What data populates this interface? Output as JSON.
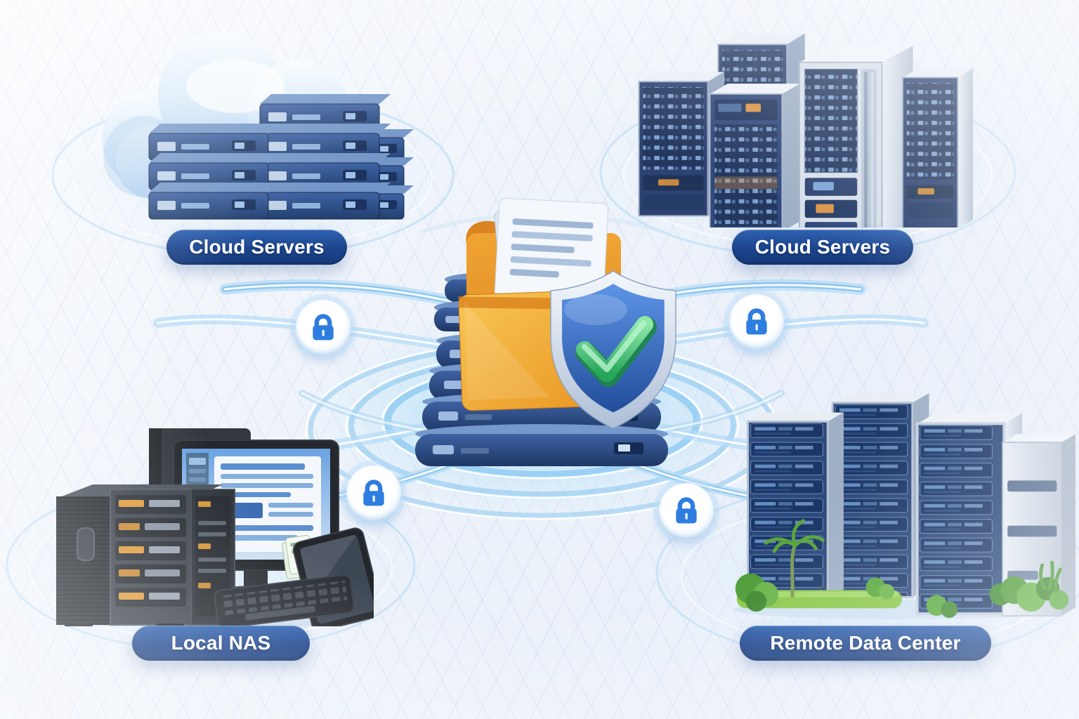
{
  "diagram": {
    "type": "backup-topology-illustration",
    "center": {
      "description": "protected-backup-storage",
      "icons": [
        "server-stack-icon",
        "folder-documents-icon",
        "shield-checkmark-icon"
      ]
    },
    "nodes": [
      {
        "id": "cloud-servers-top-left",
        "label": "Cloud Servers",
        "icon": "cloud-server-stacks-icon"
      },
      {
        "id": "cloud-servers-top-right",
        "label": "Cloud Servers",
        "icon": "server-rack-towers-icon"
      },
      {
        "id": "local-nas",
        "label": "Local NAS",
        "icon": "nas-workstation-icon"
      },
      {
        "id": "remote-data-center",
        "label": "Remote Data Center",
        "icon": "data-center-buildings-icon"
      }
    ],
    "security_badges": [
      {
        "icon": "padlock-icon",
        "position": "left-upper"
      },
      {
        "icon": "padlock-icon",
        "position": "right-upper"
      },
      {
        "icon": "padlock-icon",
        "position": "left-lower"
      },
      {
        "icon": "padlock-icon",
        "position": "right-lower"
      }
    ],
    "colors": {
      "label_pill_top": "#2e62b2",
      "label_pill_bottom": "#163a7b",
      "label_text": "#ffffff",
      "lock_blue": "#2e7de0",
      "shield_blue": "#3a6fc8",
      "shield_check_green": "#3dbd6e",
      "folder_orange": "#f2a63b",
      "server_navy": "#2a4a85",
      "connection_blue": "#8ec8f0",
      "background": "#eef3fa"
    }
  }
}
